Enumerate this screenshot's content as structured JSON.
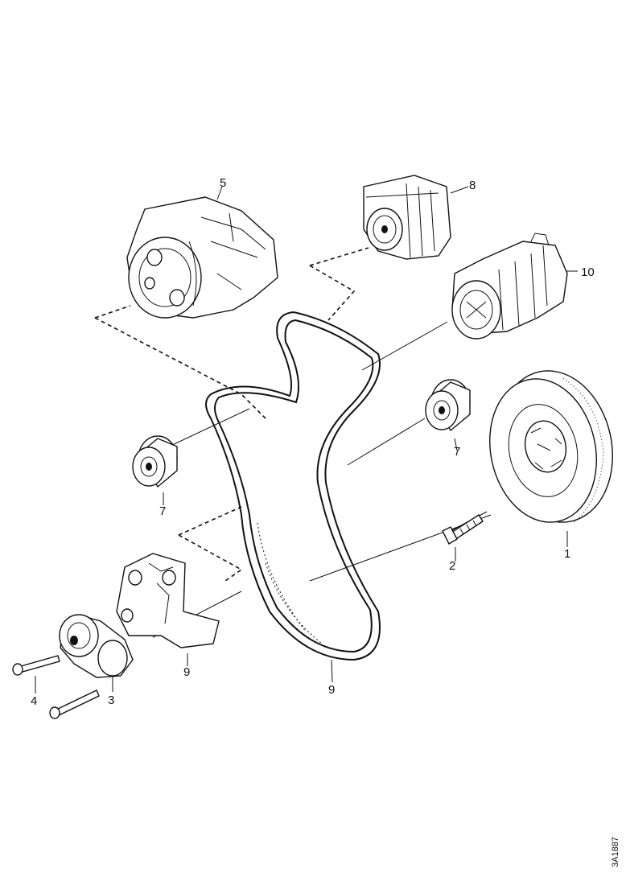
{
  "callouts": {
    "c1": "1",
    "c2": "2",
    "c3": "3",
    "c4": "4",
    "c5": "5",
    "c7a": "7",
    "c7b": "7",
    "c8": "8",
    "c9a": "9",
    "c9b": "9",
    "c10": "10"
  },
  "reference_code": "3A1887"
}
